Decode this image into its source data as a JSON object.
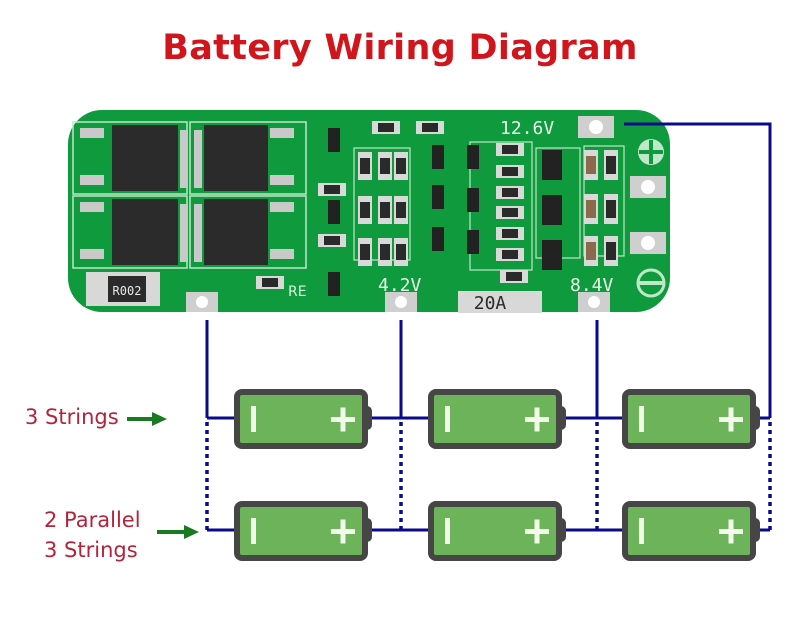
{
  "title": "Battery Wiring Diagram",
  "colors": {
    "title": "#d0161c",
    "label": "#b3233a",
    "arrow": "#1a7a22",
    "wire": "#0a0a8a",
    "pcb": "#0f9a3e",
    "pcb_silk": "#bfe8c8",
    "battery_body": "#6db35a",
    "battery_border": "#464646"
  },
  "pcb": {
    "terminal_labels": [
      "12.6V",
      "4.2V",
      "8.4V"
    ],
    "current_rating": "20A",
    "shunt_label": "R002",
    "silk_label_re": "RE",
    "polarity_symbols": [
      "+",
      "−"
    ]
  },
  "labels": {
    "series": "3 Strings",
    "parallel_line1": "2 Parallel",
    "parallel_line2": "3 Strings"
  },
  "battery_rows": [
    {
      "name": "series-row",
      "batteries": [
        {
          "neg": "I",
          "pos": "+"
        },
        {
          "neg": "I",
          "pos": "+"
        },
        {
          "neg": "I",
          "pos": "+"
        }
      ]
    },
    {
      "name": "parallel-row",
      "batteries": [
        {
          "neg": "I",
          "pos": "+"
        },
        {
          "neg": "I",
          "pos": "+"
        },
        {
          "neg": "I",
          "pos": "+"
        }
      ]
    }
  ]
}
